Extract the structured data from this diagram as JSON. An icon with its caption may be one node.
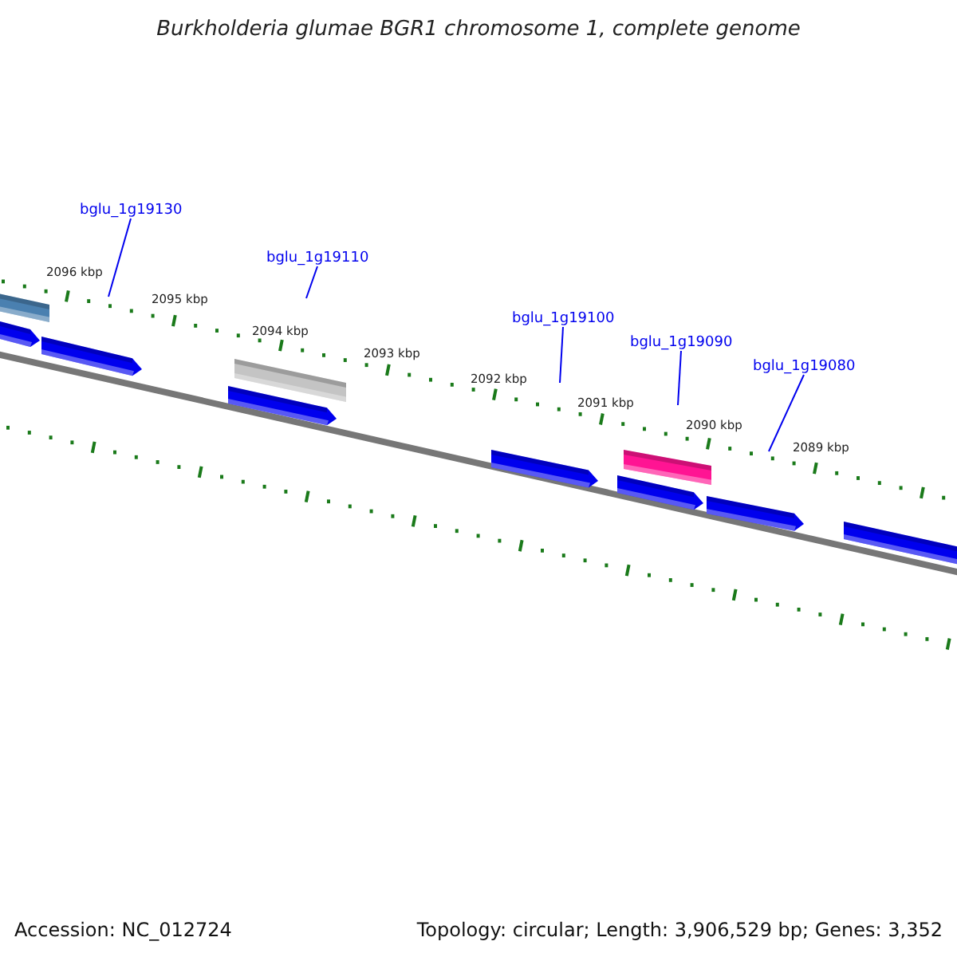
{
  "diagram": {
    "title": "Burkholderia glumae BGR1 chromosome 1, complete genome",
    "nodes": [
      {
        "text": [
          "bglu_1g19130"
        ]
      },
      {
        "text": [
          "bglu_1g19110"
        ]
      },
      {
        "text": [
          "bglu_1g19100"
        ]
      },
      {
        "text": [
          "bglu_1g19090"
        ]
      },
      {
        "text": [
          "bglu_1g19080"
        ]
      }
    ],
    "edges": [
      {
        "from": 0,
        "to": null,
        "arrow": "none"
      },
      {
        "from": 1,
        "to": null,
        "arrow": "none"
      },
      {
        "from": 2,
        "to": null,
        "arrow": "none"
      },
      {
        "from": 3,
        "to": null,
        "arrow": "none"
      },
      {
        "from": 4,
        "to": null,
        "arrow": "none"
      }
    ],
    "labels": [
      "2096 kbp",
      "2095 kbp",
      "2094 kbp",
      "2093 kbp",
      "2092 kbp",
      "2091 kbp",
      "2090 kbp",
      "2089 kbp",
      "Accession: NC_012724",
      "Topology: circular; Length: 3,906,529 bp; Genes: 3,352"
    ]
  }
}
